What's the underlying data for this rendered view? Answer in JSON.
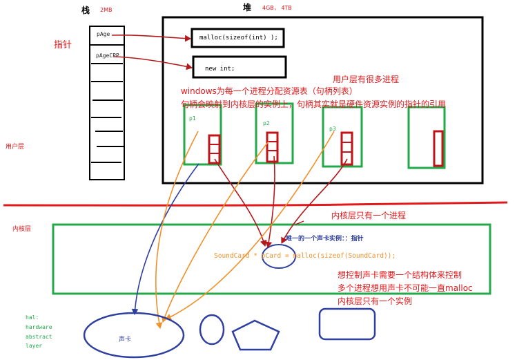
{
  "stack": {
    "title": "栈",
    "size": "2MB",
    "slot_pAge": "pAge",
    "slot_pAgeCPP": "pAgeCPP"
  },
  "heap": {
    "title": "堆",
    "size": "4GB， 4TB",
    "malloc_text": "malloc(sizeof(int) );",
    "new_text": "new int;"
  },
  "labels": {
    "pointer": "指针",
    "user_layer": "用户层",
    "kernel_layer": "内核层",
    "hal_lines": [
      "hal:",
      "hardware",
      "abstract",
      "layer"
    ]
  },
  "annotations": {
    "many_processes": "用户层有很多进程",
    "handle_table_1": "windows为每一个进程分配资源表（句柄列表）",
    "handle_table_2": "句柄会映射到内核层的实例上，句柄其实就是硬件资源实例的指针的引用",
    "kernel_one_process": "内核层只有一个进程",
    "control_1": "想控制声卡需要一个结构体来控制",
    "control_2": "多个进程想用声卡不可能一直malloc",
    "control_3": "内核层只有一个实例"
  },
  "processes": [
    "p1",
    "p2",
    "p3"
  ],
  "kernel": {
    "unique_instance": "唯一的一个声卡实例：：指针",
    "code": "SoundCard * pCard = malloc(sizeof(SoundCard));"
  },
  "devices": {
    "sound_card": "声卡"
  },
  "colors": {
    "red": "#e3181b",
    "dark_red": "#b3181b",
    "green": "#22aa4a",
    "orange": "#f0902a",
    "blue": "#2e3f9e",
    "black": "#000000"
  }
}
